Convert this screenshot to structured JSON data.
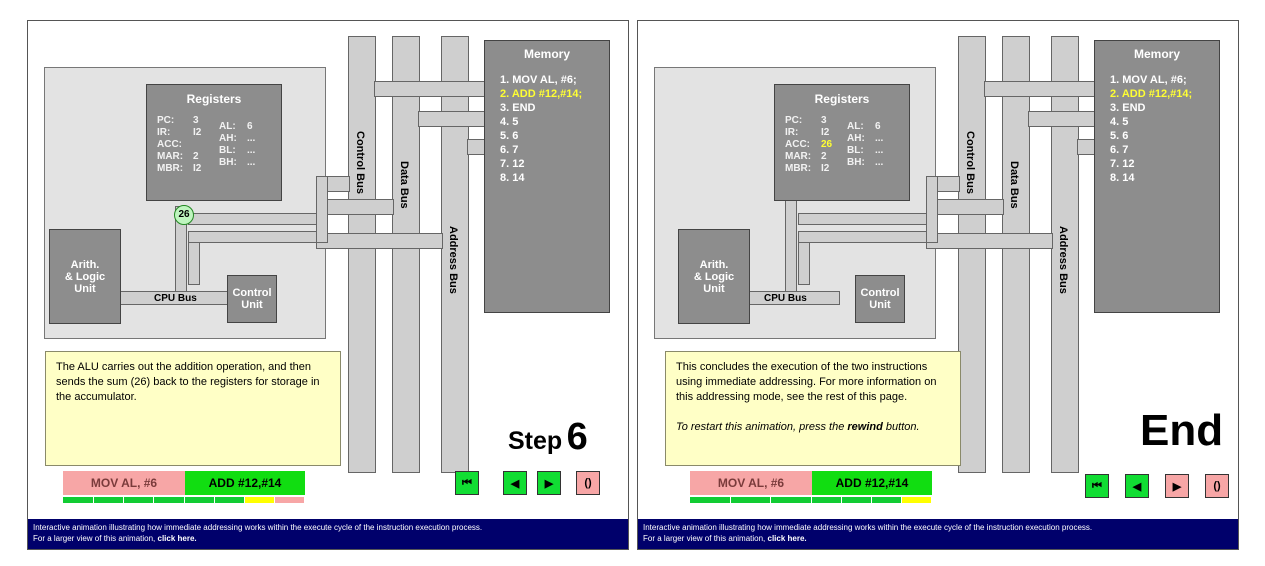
{
  "panels": [
    {
      "registers": {
        "title": "Registers",
        "left_labels": [
          "PC:",
          "IR:",
          "ACC:",
          "MAR:",
          "MBR:"
        ],
        "left_values": [
          "3",
          "I2",
          "",
          "2",
          "I2"
        ],
        "right_labels": [
          "AL:",
          "AH:",
          "BL:",
          "BH:"
        ],
        "right_values": [
          "6",
          "...",
          "...",
          "..."
        ]
      },
      "alu_label": "Arith.\n& Logic\nUnit",
      "control_unit_label": "Control\nUnit",
      "cpu_bus_label": "CPU Bus",
      "control_bus_label": "Control Bus",
      "data_bus_label": "Data Bus",
      "address_bus_label": "Address Bus",
      "token_value": "26",
      "memory": {
        "title": "Memory",
        "items": [
          "1.  MOV AL, #6;",
          "2.  ADD #12,#14;",
          "3.  END",
          "4.  5",
          "5.  6",
          "6.  7",
          "7.  12",
          "8.  14"
        ],
        "highlighted_index": 1
      },
      "info_text": "The ALU carries out the addition operation, and then sends the sum (26) back to the registers for storage in the accumulator.",
      "step_prefix": "Step",
      "step_number": "6",
      "instr1": "MOV AL, #6",
      "instr2": "ADD #12,#14",
      "footer_line1": "Interactive animation illustrating how immediate addressing works within the execute cycle of the instruction execution process.",
      "footer_line2_prefix": "For a larger view of this animation, ",
      "footer_link": "click here."
    },
    {
      "registers": {
        "title": "Registers",
        "left_labels": [
          "PC:",
          "IR:",
          "ACC:",
          "MAR:",
          "MBR:"
        ],
        "left_values": [
          "3",
          "I2",
          "26",
          "2",
          "I2"
        ],
        "right_labels": [
          "AL:",
          "AH:",
          "BL:",
          "BH:"
        ],
        "right_values": [
          "6",
          "...",
          "...",
          "..."
        ]
      },
      "alu_label": "Arith.\n& Logic\nUnit",
      "control_unit_label": "Control\nUnit",
      "cpu_bus_label": "CPU Bus",
      "control_bus_label": "Control Bus",
      "data_bus_label": "Data Bus",
      "address_bus_label": "Address Bus",
      "memory": {
        "title": "Memory",
        "items": [
          "1.  MOV AL, #6;",
          "2.  ADD #12,#14;",
          "3.  END",
          "4.  5",
          "5.  6",
          "6.  7",
          "7.  12",
          "8.  14"
        ],
        "highlighted_index": 1
      },
      "info_text": "This concludes the execution of the two instructions using immediate addressing. For more information on this addressing mode, see the rest of this page.",
      "info_text2_prefix": "To restart this animation, press the ",
      "info_text2_bold": "rewind",
      "info_text2_suffix": " button.",
      "end_label": "End",
      "instr1": "MOV AL, #6",
      "instr2": "ADD #12,#14",
      "footer_line1": "Interactive animation illustrating how immediate addressing works within the execute cycle of the instruction execution process.",
      "footer_line2_prefix": "For a larger view of this animation, ",
      "footer_link": "click here."
    }
  ],
  "buttons": [
    {
      "name": "rewind",
      "glyph": "⏮",
      "color": "green"
    },
    {
      "name": "step-back",
      "glyph": "◀",
      "color": "green"
    },
    {
      "name": "step-forward",
      "glyph": "▶",
      "color": "green"
    },
    {
      "name": "auto-play",
      "glyph": "()",
      "color": "pink"
    }
  ],
  "colors": {
    "progress_green": "#11cc33",
    "progress_yellow": "#ffff00",
    "progress_pink": "#f7a6a6",
    "instr_pink": "#f7a6a6",
    "instr_green": "#11dd11",
    "footer_bg": "#00006b"
  }
}
